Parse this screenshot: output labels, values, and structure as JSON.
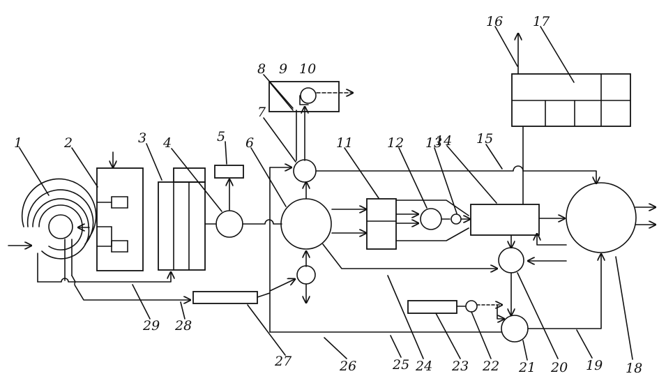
{
  "diagram": {
    "labels": {
      "n1": "1",
      "n2": "2",
      "n3": "3",
      "n4": "4",
      "n5": "5",
      "n6": "6",
      "n7": "7",
      "n8": "8",
      "n9": "9",
      "n10": "10",
      "n11": "11",
      "n12": "12",
      "n13": "13",
      "n14": "14",
      "n15": "15",
      "n16": "16",
      "n17": "17",
      "n18": "18",
      "n19": "19",
      "n20": "20",
      "n21": "21",
      "n22": "22",
      "n23": "23",
      "n24": "24",
      "n25": "25",
      "n26": "26",
      "n27": "27",
      "n28": "28",
      "n29": "29"
    }
  }
}
